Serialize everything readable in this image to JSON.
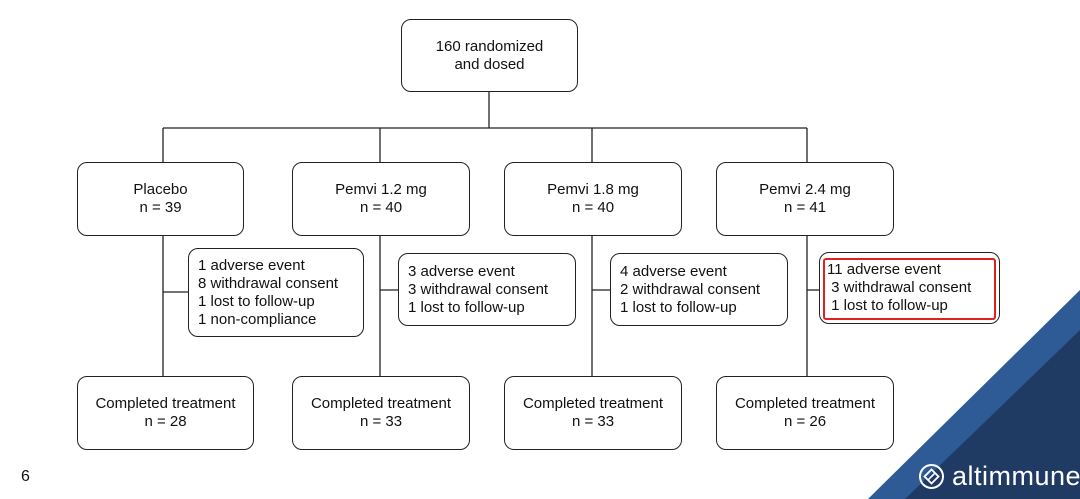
{
  "top": {
    "line1": "160 randomized",
    "line2": "and dosed"
  },
  "arms": [
    {
      "name": "Placebo",
      "n": "n = 39",
      "reasons": [
        "1 adverse event",
        "8 withdrawal consent",
        "1 lost to follow-up",
        "1 non-compliance"
      ],
      "completed": "Completed treatment",
      "completed_n": "n = 28"
    },
    {
      "name": "Pemvi 1.2 mg",
      "n": "n = 40",
      "reasons": [
        "3 adverse event",
        "3 withdrawal consent",
        "1 lost to follow-up"
      ],
      "completed": "Completed treatment",
      "completed_n": "n = 33"
    },
    {
      "name": "Pemvi 1.8 mg",
      "n": "n = 40",
      "reasons": [
        "4 adverse event",
        "2 withdrawal consent",
        "1 lost to follow-up"
      ],
      "completed": "Completed treatment",
      "completed_n": "n = 33"
    },
    {
      "name": "Pemvi 2.4 mg",
      "n": "n = 41",
      "reasons": [
        "11 adverse event",
        " 3 withdrawal consent",
        " 1 lost to follow-up"
      ],
      "completed": "Completed treatment",
      "completed_n": "n = 26"
    }
  ],
  "page_number": "6",
  "brand": {
    "name": "altimmune",
    "accent_dark": "#1f3b63",
    "accent_mid": "#2e5b96",
    "highlight": "#e02020"
  }
}
